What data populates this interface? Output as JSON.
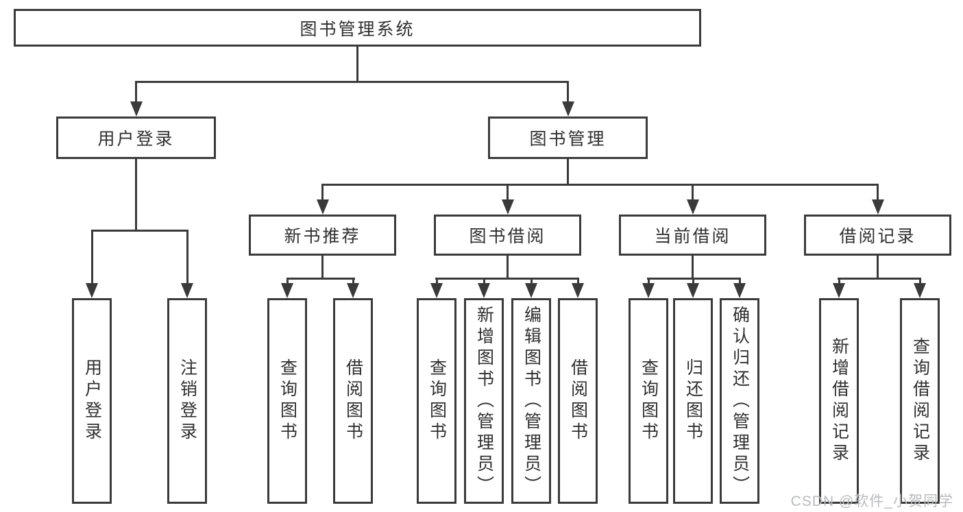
{
  "tree": {
    "root": {
      "label": "图书管理系统",
      "children": [
        {
          "label": "用户登录",
          "children": [
            {
              "label": "用户登录"
            },
            {
              "label": "注销登录"
            }
          ]
        },
        {
          "label": "图书管理",
          "children": [
            {
              "label": "新书推荐",
              "children": [
                {
                  "label": "查询图书"
                },
                {
                  "label": "借阅图书"
                }
              ]
            },
            {
              "label": "图书借阅",
              "children": [
                {
                  "label": "查询图书"
                },
                {
                  "label": "新增图书（管理员）"
                },
                {
                  "label": "编辑图书（管理员）"
                },
                {
                  "label": "借阅图书"
                }
              ]
            },
            {
              "label": "当前借阅",
              "children": [
                {
                  "label": "查询图书"
                },
                {
                  "label": "归还图书"
                },
                {
                  "label": "确认归还（管理员）"
                }
              ]
            },
            {
              "label": "借阅记录",
              "children": [
                {
                  "label": "新增借阅记录"
                },
                {
                  "label": "查询借阅记录"
                }
              ]
            }
          ]
        }
      ]
    }
  },
  "watermark": {
    "text": "CSDN @软件_小贺同学"
  },
  "colors": {
    "line": "#3a3a3a",
    "text": "#2f2f2f",
    "watermark": "#b9babc",
    "background": "#ffffff"
  }
}
